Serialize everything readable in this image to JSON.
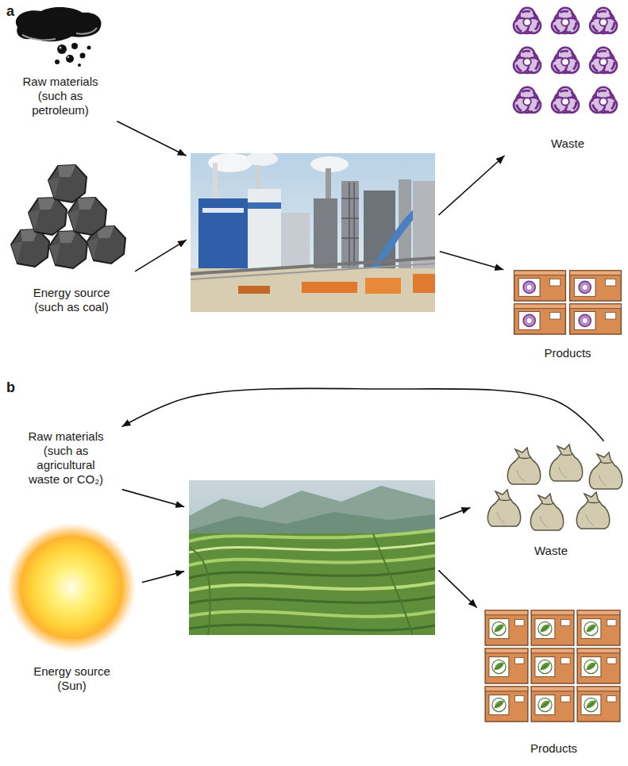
{
  "diagram": {
    "nodes": [
      {
        "text": [
          "Raw materials (such as petroleum)"
        ]
      },
      {
        "text": []
      },
      {
        "text": [
          "Waste"
        ]
      },
      {
        "text": [
          "Energy source (such as coal)"
        ]
      },
      {
        "text": [
          "Products"
        ]
      },
      {
        "text": [
          "Raw materials (such as agricultural waste or CO₂)"
        ]
      },
      {
        "text": []
      },
      {
        "text": [
          "Waste"
        ]
      },
      {
        "text": [
          "Energy source (Sun)"
        ]
      },
      {
        "text": [
          "Products"
        ]
      }
    ],
    "edges": [
      {
        "from": 0,
        "to": 1,
        "arrow": "to"
      },
      {
        "from": 3,
        "to": 1,
        "arrow": "to"
      },
      {
        "from": 1,
        "to": 2,
        "arrow": "to"
      },
      {
        "from": 1,
        "to": 4,
        "arrow": "to"
      },
      {
        "from": 7,
        "to": 5,
        "arrow": "to"
      },
      {
        "from": 5,
        "to": 6,
        "arrow": "to"
      },
      {
        "from": 8,
        "to": 6,
        "arrow": "to"
      },
      {
        "from": 6,
        "to": 7,
        "arrow": "to"
      },
      {
        "from": 6,
        "to": 9,
        "arrow": "to"
      }
    ],
    "labels": [
      "a",
      "b"
    ]
  }
}
